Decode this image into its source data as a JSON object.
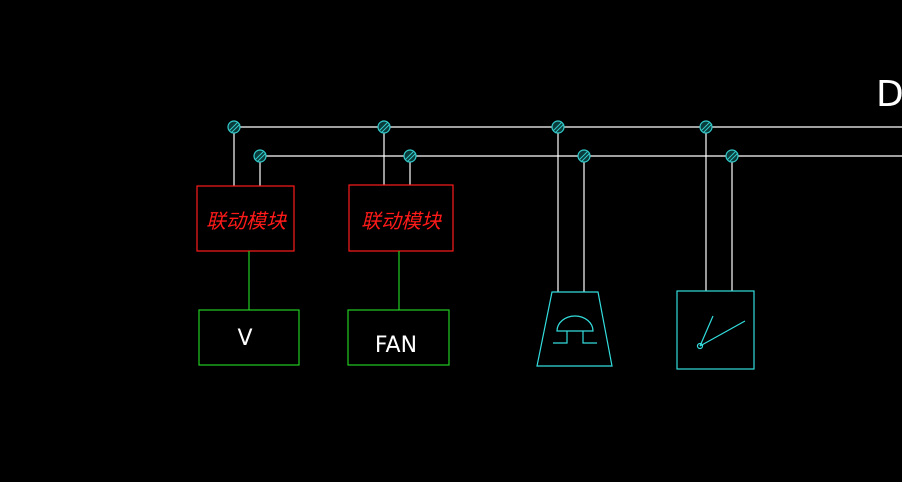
{
  "bus_label": "DC",
  "modules": [
    {
      "label": "联动模块"
    },
    {
      "label": "联动模块"
    }
  ],
  "devices": [
    {
      "label": "V"
    },
    {
      "label": "FAN"
    }
  ],
  "symbols": [
    {
      "icon": "alarm-bell-icon"
    },
    {
      "icon": "gauge-meter-icon"
    }
  ],
  "colors": {
    "background": "#000000",
    "bus_line": "#ffffff",
    "node": "#33cccc",
    "module": "#ff1a1a",
    "device": "#22cc22",
    "symbol": "#33dddd"
  }
}
